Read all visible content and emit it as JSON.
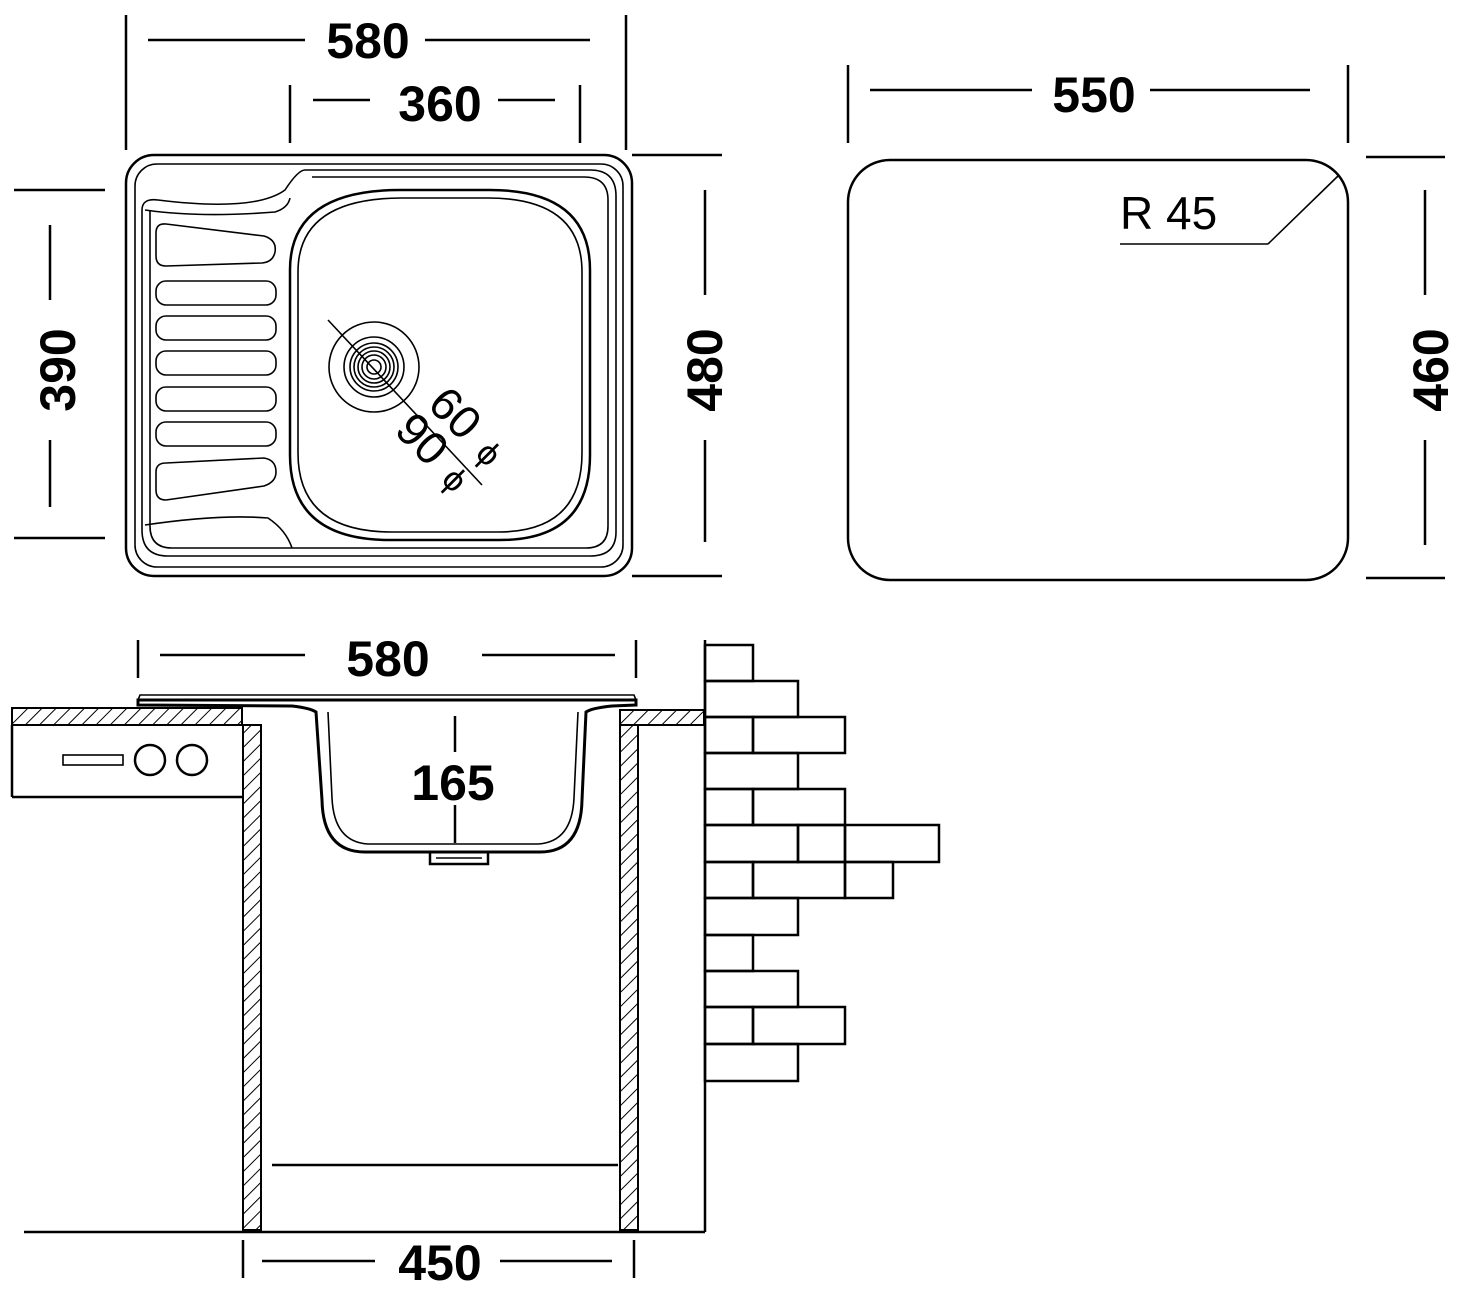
{
  "top_view": {
    "overall_width": "580",
    "bowl_width": "360",
    "overall_depth": "480",
    "bowl_depth": "390",
    "drain_inner": "60",
    "drain_outer": "90",
    "diameter_symbol": "ϕ"
  },
  "cutout_view": {
    "width": "550",
    "depth": "460",
    "corner_radius": "R 45"
  },
  "section_view": {
    "overall_width": "580",
    "bowl_depth": "165",
    "cabinet_width": "450"
  }
}
